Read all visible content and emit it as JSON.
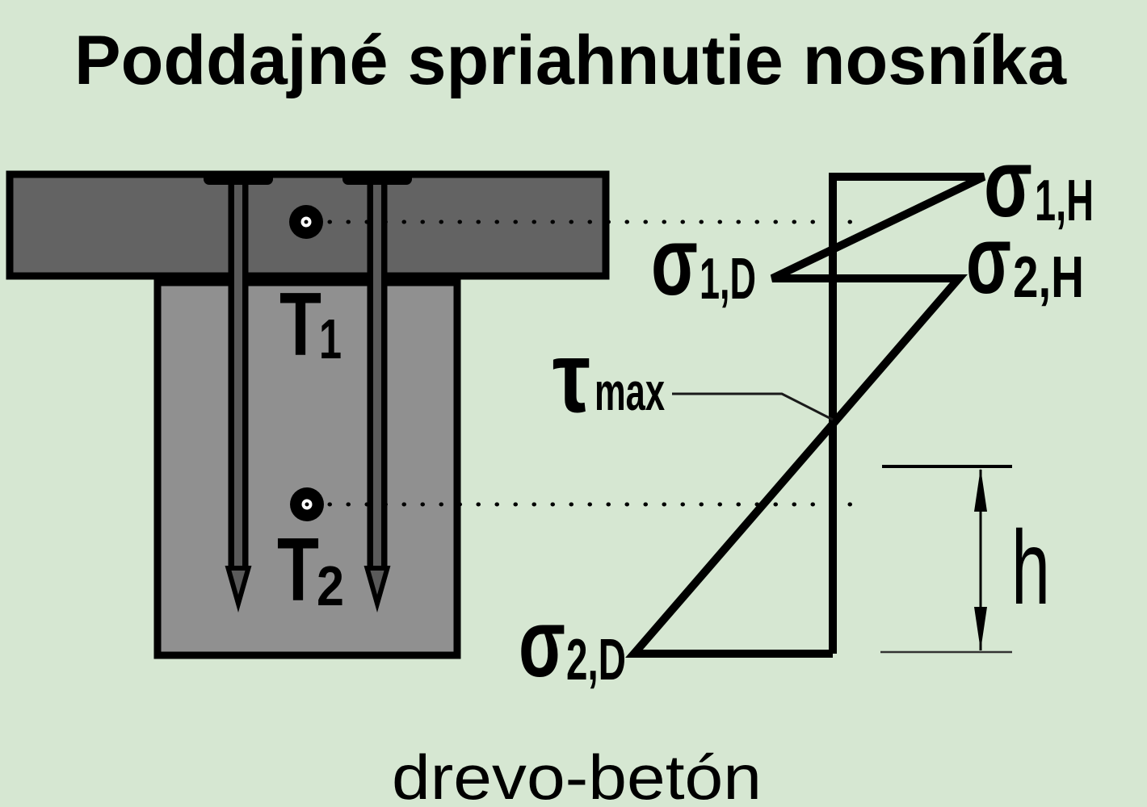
{
  "title": "Poddajné spriahnutie nosníka",
  "footer": "drevo-betón",
  "section_labels": {
    "t1": {
      "base": "T",
      "sub": "1"
    },
    "t2": {
      "base": "T",
      "sub": "2"
    }
  },
  "diagram_labels": {
    "sigma1h": {
      "base": "σ",
      "sub": "1,H"
    },
    "sigma2h": {
      "base": "σ",
      "sub": "2,H"
    },
    "sigma1d": {
      "base": "σ",
      "sub": "1,D"
    },
    "sigma2d": {
      "base": "σ",
      "sub": "2,D"
    },
    "taumax": {
      "base": "τ",
      "sub": "max"
    },
    "h_dim": "h"
  },
  "colors": {
    "background": "#d6e7d2",
    "concrete": "#636363",
    "timber": "#909090",
    "screw": "#5a5a5a",
    "line": "#000000"
  }
}
